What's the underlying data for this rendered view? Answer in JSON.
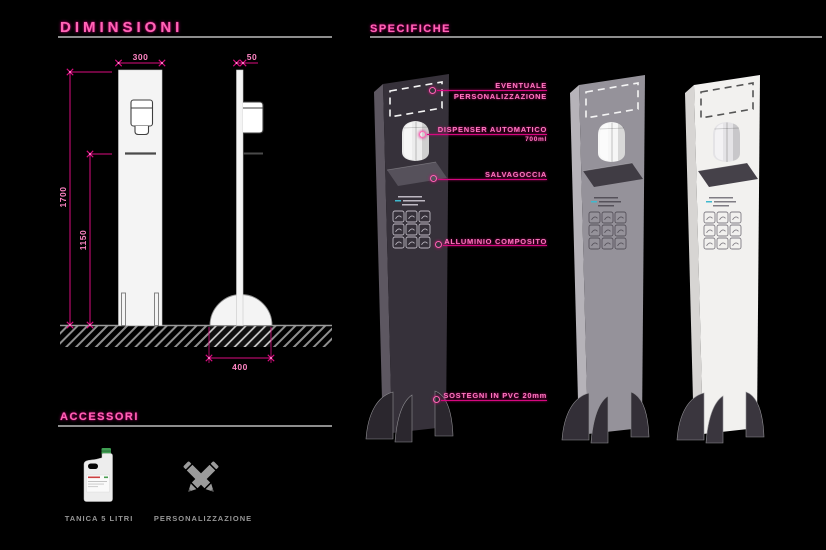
{
  "page": {
    "bg": "#000000",
    "accent": "#ec008c",
    "rule_color": "#8d8d8d"
  },
  "dimensions_section": {
    "title": "DIMINSIONI",
    "labels": {
      "width": "300",
      "depth": "50",
      "height": "1700",
      "tray_height": "1150",
      "base_width": "400"
    }
  },
  "specs_section": {
    "title": "SPECIFICHE",
    "annotations": [
      {
        "line1": "EVENTUALE",
        "line2": "PERSONALIZZAZIONE"
      },
      {
        "line1": "DISPENSER AUTOMATICO",
        "line2": "700ml"
      },
      {
        "line1": "SALVAGOCCIA",
        "line2": ""
      },
      {
        "line1": "ALLUMINIO COMPOSITO",
        "line2": ""
      },
      {
        "line1": "SOSTEGNI IN PVC 20mm",
        "line2": ""
      }
    ]
  },
  "accessories_section": {
    "title": "ACCESSORI",
    "items": [
      {
        "icon": "tank-icon",
        "label": "TANICA 5 LITRI"
      },
      {
        "icon": "pencils-icon",
        "label": "PERSONALIZZAZIONE"
      }
    ]
  },
  "totems": [
    {
      "name": "dark",
      "front": "#36313a",
      "side": "#5d5761",
      "dash": "#f5f5f5",
      "tray": "#56515b",
      "dispenser": "#ececec",
      "panel_ink": "#bdb8c2",
      "feet": "#2b272e"
    },
    {
      "name": "gray",
      "front": "#95929a",
      "side": "#b6b3b9",
      "dash": "#f5f5f5",
      "tray": "#403c44",
      "dispenser": "#f6f6f6",
      "panel_ink": "#55515a",
      "feet": "#332f37"
    },
    {
      "name": "white",
      "front": "#f2f1ef",
      "side": "#d7d5d3",
      "dash": "#555555",
      "tray": "#454149",
      "dispenser": "#e4e3e6",
      "panel_ink": "#807d84",
      "feet": "#3a363e"
    }
  ]
}
